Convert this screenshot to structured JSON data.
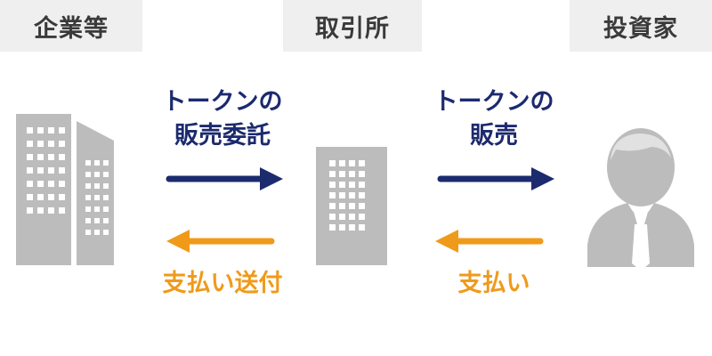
{
  "headers": {
    "company": "企業等",
    "exchange": "取引所",
    "investor": "投資家"
  },
  "flows": {
    "company_to_exchange_line1": "トークンの",
    "company_to_exchange_line2": "販売委託",
    "exchange_to_company": "支払い送付",
    "exchange_to_investor_line1": "トークンの",
    "exchange_to_investor_line2": "販売",
    "investor_to_exchange": "支払い"
  },
  "colors": {
    "navy": "#1c2a6e",
    "orange": "#f09a1a",
    "gray": "#bcbcbc",
    "header_bg": "#efefef"
  },
  "icons": {
    "company": "office-buildings-icon",
    "exchange": "building-icon",
    "investor": "businessman-icon"
  }
}
